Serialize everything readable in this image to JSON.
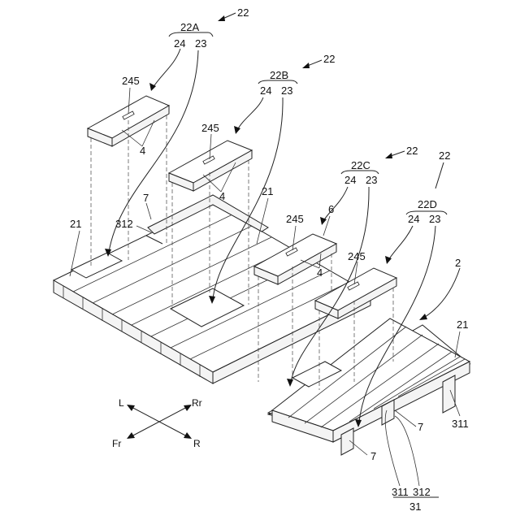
{
  "labels": {
    "n22_top": "22",
    "n22A": "22A",
    "n24_a": "24",
    "n23_a": "23",
    "n245_a": "245",
    "n4_a": "4",
    "n22_b": "22",
    "n22B": "22B",
    "n24_b": "24",
    "n23_b": "23",
    "n245_b": "245",
    "n4_b": "4",
    "n21_mid": "21",
    "n7_top": "7",
    "n312_top": "312",
    "n21_left": "21",
    "n22_c": "22",
    "n22C": "22C",
    "n24_c": "24",
    "n23_c": "23",
    "n245_c": "245",
    "n6": "6",
    "n4_c": "4",
    "n22_d": "22",
    "n22D": "22D",
    "n24_d": "24",
    "n23_d": "23",
    "n245_d": "245",
    "n2": "2",
    "n21_right": "21",
    "n311_right": "311",
    "n7_right": "7",
    "n7_bottom": "7",
    "n311_bottom": "311",
    "n312_bottom": "312",
    "n31": "31"
  },
  "directions": {
    "L": "L",
    "Rr": "Rr",
    "Fr": "Fr",
    "R": "R"
  }
}
